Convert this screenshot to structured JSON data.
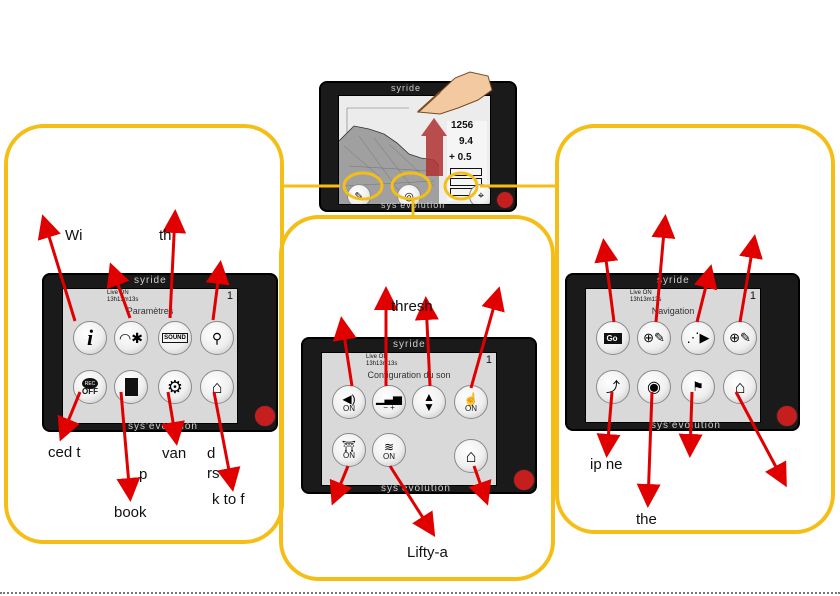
{
  "device": {
    "brand_top": "syride",
    "brand_bottom": "sys'evolution",
    "status_live": "Live ON",
    "status_time": "13h13m13s",
    "status_page": "1"
  },
  "top_device": {
    "altitude": "1256",
    "vario": "9.4",
    "gain": "+ 0.5"
  },
  "left_panel": {
    "screen_title": "Paramètres",
    "buttons": [
      {
        "icon": "info-icon"
      },
      {
        "icon": "wifi-bluetooth-icon"
      },
      {
        "icon": "sound-icon",
        "text": "SOUND"
      },
      {
        "icon": "satellite-icon"
      },
      {
        "icon": "record-icon",
        "text": "OFF"
      },
      {
        "icon": "logbook-icon"
      },
      {
        "icon": "settings-gears-icon"
      },
      {
        "icon": "home-icon"
      }
    ],
    "callouts": [
      "Wi",
      "th",
      "ced t",
      "p",
      "book",
      "van",
      "d",
      "rs",
      "k to f"
    ]
  },
  "middle_panel": {
    "screen_title": "Configuration du son",
    "buttons": [
      {
        "icon": "volume-icon",
        "text": "ON"
      },
      {
        "icon": "volume-bars-icon"
      },
      {
        "icon": "up-down-arrows-icon"
      },
      {
        "icon": "touch-hand-icon",
        "text": "ON"
      },
      {
        "icon": "thermal-lift-icon",
        "text": "ON"
      },
      {
        "icon": "waves-icon",
        "text": "ON"
      },
      {
        "icon": "home-icon"
      }
    ],
    "callouts": [
      "thresh",
      "Lifty-a"
    ]
  },
  "right_panel": {
    "screen_title": "Navigation",
    "buttons": [
      {
        "icon": "go-icon",
        "text": "Go"
      },
      {
        "icon": "waypoint-edit-icon"
      },
      {
        "icon": "route-play-icon"
      },
      {
        "icon": "route-edit-icon"
      },
      {
        "icon": "path-icon"
      },
      {
        "icon": "eye-icon"
      },
      {
        "icon": "windsock-icon"
      },
      {
        "icon": "home-icon"
      }
    ],
    "callouts": [
      "ip ne",
      "the"
    ]
  },
  "colors": {
    "panel_border": "#f5be17",
    "arrow": "#e00000",
    "device_body": "#1a1a1a",
    "screen": "#d9d9d9"
  }
}
